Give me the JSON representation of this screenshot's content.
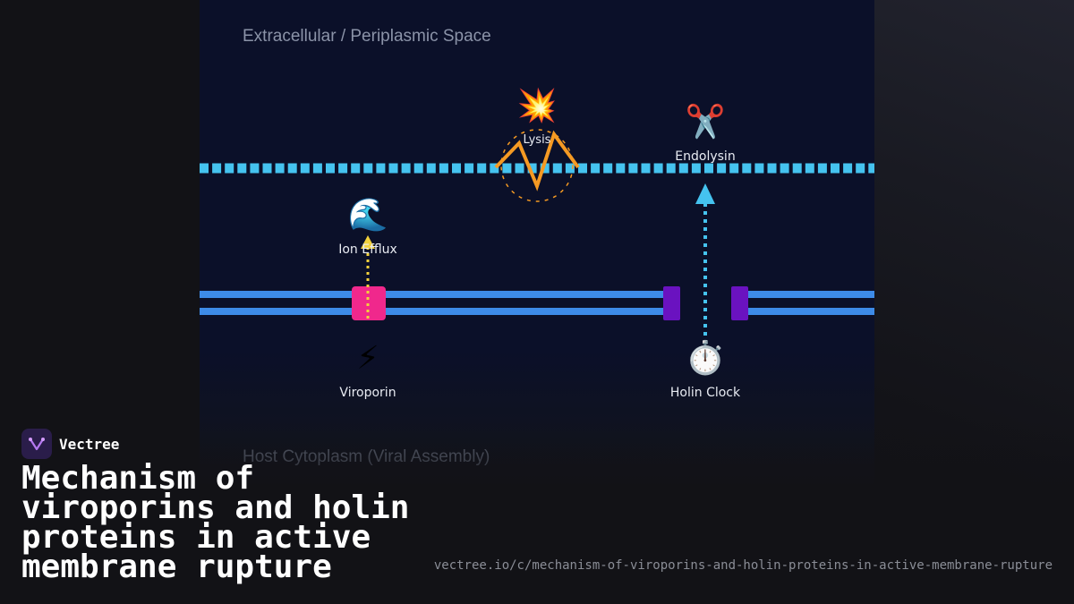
{
  "diagram": {
    "regions": {
      "extracellular": "Extracellular / Periplasmic Space",
      "cytoplasm": "Host Cytoplasm (Viral Assembly)"
    },
    "nodes": {
      "lysis": {
        "emoji": "💥",
        "label": "Lysis"
      },
      "endolysin": {
        "emoji": "✂️",
        "label": "Endolysin"
      },
      "ion_efflux": {
        "emoji": "🌊",
        "label": "Ion Efflux"
      },
      "viroporin": {
        "emoji": "⚡",
        "label": "Viroporin"
      },
      "holin_clock": {
        "emoji": "⏱️",
        "label": "Holin Clock"
      }
    },
    "colors": {
      "outer_membrane": "#45c3ef",
      "inner_membrane": "#3d8be8",
      "viroporin_channel": "#f0288c",
      "holin_pore": "#6a12c0",
      "lysis_burst": "#f59a23",
      "ion_flow": "#f2d13c",
      "endolysin_flow": "#45c3ef"
    }
  },
  "footer": {
    "brand": "Vectree",
    "title": "Mechanism of viroporins and holin proteins in active membrane rupture",
    "url": "vectree.io/c/mechanism-of-viroporins-and-holin-proteins-in-active-membrane-rupture"
  }
}
